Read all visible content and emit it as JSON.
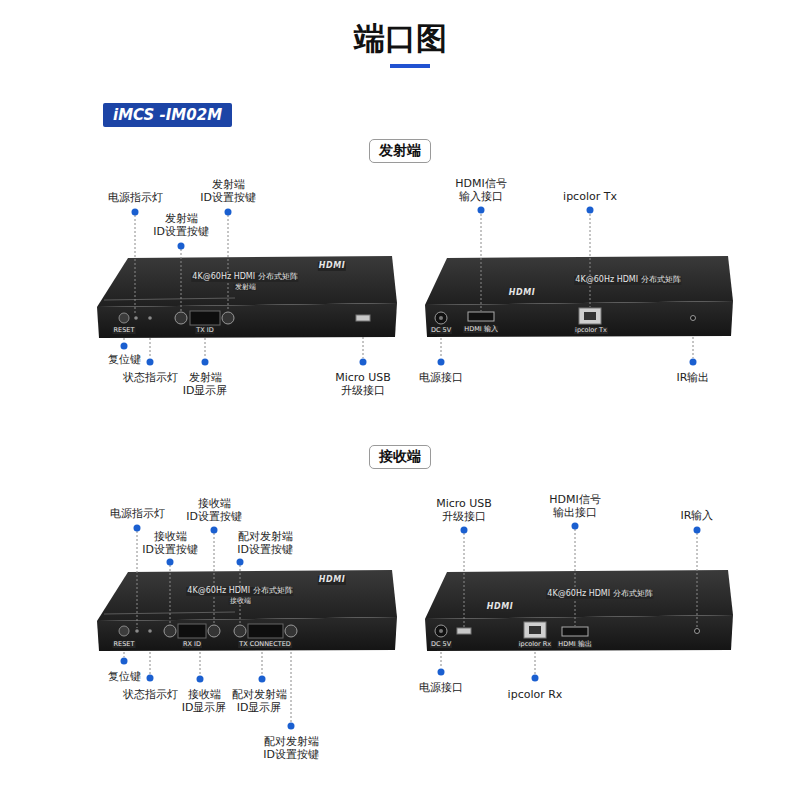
{
  "diagram": {
    "title": "端口图",
    "nodes": [
      {
        "text": [
          "iMCS -IM02M"
        ]
      },
      {
        "text": [
          "发射端"
        ]
      },
      {
        "text": [
          "接收端"
        ]
      }
    ],
    "labels": [
      "电源指示灯",
      "发射端 ID设置按键",
      "发射端 ID设置按键",
      "复位键",
      "状态指示灯",
      "发射端 ID显示屏",
      "Micro USB 升级接口",
      "HDMI信号 输入接口",
      "ipcolor Tx",
      "电源接口",
      "IR输出",
      "电源指示灯",
      "接收端 ID设置按键",
      "接收端 ID设置按键",
      "配对发射端 ID设置按键",
      "复位键",
      "状态指示灯",
      "接收端 ID显示屏",
      "配对发射端 ID显示屏",
      "配对发射端 ID设置按键",
      "Micro USB 升级接口",
      "HDMI信号 输出接口",
      "IR输入",
      "电源接口",
      "ipcolor Rx",
      "HDMI",
      "4K@60Hz HDMI 分布式矩阵",
      "发射端",
      "RESET",
      "TX ID",
      "HDMI",
      "4K@60Hz HDMI 分布式矩阵",
      "DC 5V",
      "HDMI 输入",
      "ipcolor Tx",
      "HDMI",
      "4K@60Hz HDMI 分布式矩阵",
      "接收端",
      "RESET",
      "RX ID",
      "TX CONNECTED",
      "HDMI",
      "4K@60Hz HDMI 分布式矩阵",
      "DC 5V",
      "ipcolor Rx",
      "HDMI 输出"
    ]
  }
}
